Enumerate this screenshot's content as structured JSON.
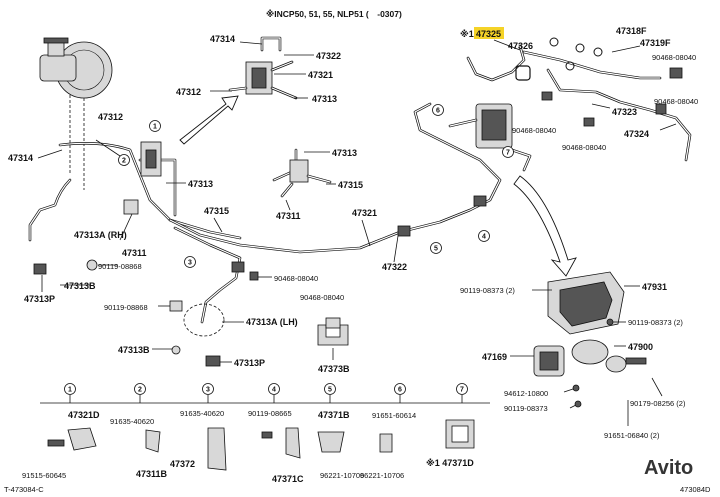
{
  "header": {
    "note": "※INCP50, 51, 55, NLP51 (　-0307)"
  },
  "highlighted_part": {
    "number": "47325",
    "color": "#f5d327",
    "prefix": "※1"
  },
  "part_labels": {
    "p47314_top": "47314",
    "p47322": "47322",
    "p47321_top": "47321",
    "p47312_top": "47312",
    "p47313_top": "47313",
    "p47312_left": "47312",
    "p47314_left": "47314",
    "p47313_mid": "47313",
    "p47313_rh": "47313A (RH)",
    "p47311_left": "47311",
    "p90119_08868_a": "90119-08868",
    "p47313b_a": "47313B",
    "p47313p_a": "47313P",
    "p47313_valve": "47313",
    "p47315_valve": "47315",
    "p47311_valve": "47311",
    "p47315_pipe": "47315",
    "p47321_pipe": "47321",
    "p47322_pipe": "47322",
    "p90468_08040_a": "90468-08040",
    "p90468_08040_b": "90468-08040",
    "p90119_08868_b": "90119-08868",
    "p47313_lh": "47313A (LH)",
    "p47313b_b": "47313B",
    "p47313p_b": "47313P",
    "p47373b": "47373B",
    "p47326": "47326",
    "p47318f": "47318F",
    "p47319f": "47319F",
    "p90468_08040_c": "90468-08040",
    "p90468_08040_d": "90468-08040",
    "p47323": "47323",
    "p90468_08040_e": "90468-08040",
    "p90468_08040_f": "90468-08040",
    "p47324": "47324",
    "p90119_08373_a": "90119-08373 (2)",
    "p47931": "47931",
    "p90119_08373_b": "90119-08373 (2)",
    "p47169": "47169",
    "p47900": "47900",
    "p94612_10800": "94612-10800",
    "p90119_08373_c": "90119-08373",
    "p90179_08256": "90179-08256 (2)",
    "p91651_06840": "91651-06840 (2)"
  },
  "callouts": [
    "1",
    "2",
    "3",
    "4",
    "5",
    "6",
    "7"
  ],
  "legend": [
    {
      "num": "1",
      "parts": [
        "47321D",
        "91515-60645"
      ]
    },
    {
      "num": "2",
      "parts": [
        "91635-40620",
        "47311B"
      ]
    },
    {
      "num": "3",
      "parts": [
        "91635-40620",
        "47372"
      ]
    },
    {
      "num": "4",
      "parts": [
        "90119-08665",
        "47371C"
      ]
    },
    {
      "num": "5",
      "parts": [
        "47371B",
        "96221-10706"
      ]
    },
    {
      "num": "6",
      "parts": [
        "91651-60614",
        "96221-10706"
      ]
    },
    {
      "num": "7",
      "parts": [
        "※1 47371D"
      ]
    }
  ],
  "footer": {
    "left_code": "T-473084-C",
    "right_code": "473084D"
  },
  "watermark": {
    "text": "Avito"
  }
}
